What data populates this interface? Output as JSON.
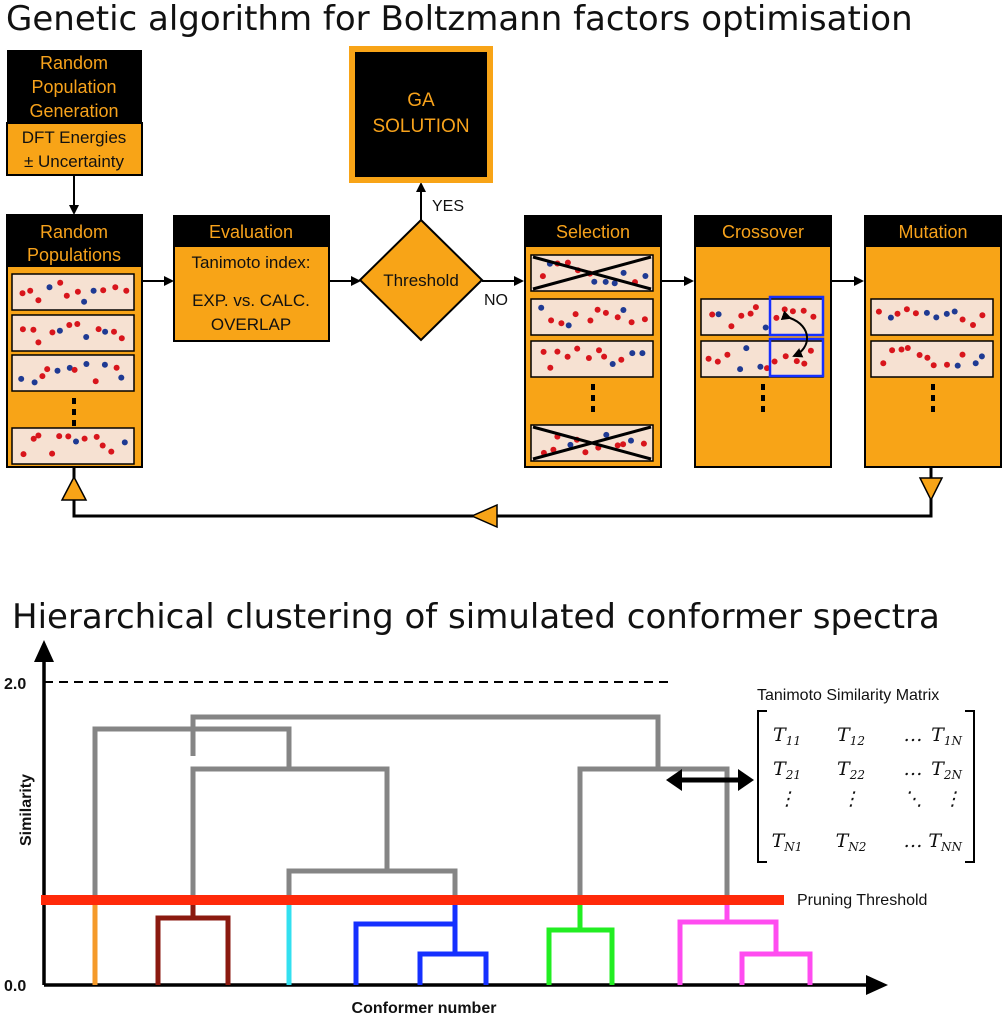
{
  "titles": {
    "ga": "Genetic algorithm for Boltzmann factors optimisation",
    "clustering": "Hierarchical clustering of simulated conformer spectra"
  },
  "ga": {
    "start": {
      "header_lines": [
        "Random",
        "Population",
        "Generation"
      ],
      "body_lines": [
        "DFT Energies",
        "± Uncertainty"
      ]
    },
    "populations": {
      "header_lines": [
        "Random",
        "Populations"
      ]
    },
    "evaluation": {
      "header": "Evaluation",
      "body_lines": [
        "Tanimoto index:",
        "EXP. vs. CALC.",
        "OVERLAP"
      ]
    },
    "threshold": "Threshold",
    "solution_lines": [
      "GA",
      "SOLUTION"
    ],
    "yes": "YES",
    "no": "NO",
    "selection": {
      "header": "Selection"
    },
    "crossover": {
      "header": "Crossover"
    },
    "mutation": {
      "header": "Mutation"
    }
  },
  "dendrogram": {
    "ylabel": "Similarity",
    "xlabel": "Conformer number",
    "yticks": [
      "2.0",
      "0.0"
    ],
    "pruning_label": "Pruning Threshold",
    "matrix_title": "Tanimoto Similarity Matrix",
    "matrix": [
      [
        [
          "T",
          "11"
        ],
        [
          "T",
          "12"
        ],
        [
          "…",
          ""
        ],
        [
          "T",
          "1N"
        ]
      ],
      [
        [
          "T",
          "21"
        ],
        [
          "T",
          "22"
        ],
        [
          "…",
          ""
        ],
        [
          "T",
          "2N"
        ]
      ],
      [
        [
          "⋮",
          ""
        ],
        [
          "⋮",
          ""
        ],
        [
          "⋱",
          ""
        ],
        [
          "⋮",
          ""
        ]
      ],
      [
        [
          "T",
          "N1"
        ],
        [
          "T",
          "N2"
        ],
        [
          "…",
          ""
        ],
        [
          "T",
          "NN"
        ]
      ]
    ],
    "colors": {
      "tree": "#858585",
      "pruning": "#ff2a0a",
      "clusters": [
        "#f59a2a",
        "#8b1a10",
        "#33e0f0",
        "#1530ff",
        "#1530ff",
        "#22ee22",
        "#ff4cf0",
        "#ff4cf0"
      ]
    }
  },
  "colors": {
    "accent": "#f7a21b",
    "panel": "#f8a417",
    "header_bg": "#000000",
    "strip": "#f6e1d2",
    "red_dot": "#d8151c",
    "blue_dot": "#1f3a93"
  }
}
